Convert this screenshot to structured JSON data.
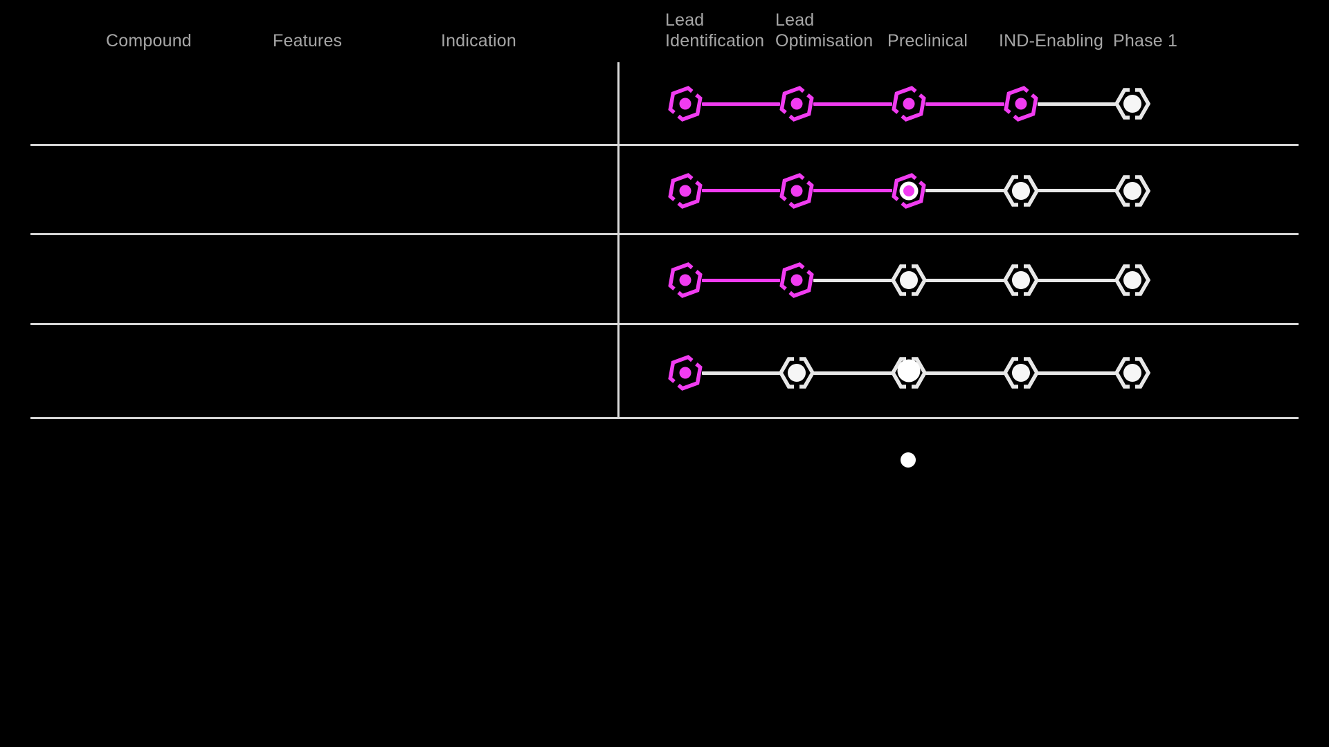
{
  "table": {
    "columns": [
      {
        "label": "Compound"
      },
      {
        "label": "Features"
      },
      {
        "label": "Indication"
      }
    ],
    "stage_headers": [
      {
        "label": "Lead\nIdentification"
      },
      {
        "label": "Lead\nOptimisation"
      },
      {
        "label": "Preclinical"
      },
      {
        "label": "IND-Enabling"
      },
      {
        "label": "Phase 1"
      }
    ]
  },
  "colors": {
    "background": "#000000",
    "accent_magenta": "#F13CF1",
    "inactive_gray": "#E8E8E8",
    "inactive_dot": "#F6F6F6",
    "white_dot": "#FFFFFF",
    "grid_line": "#D6D6D6",
    "header_text": "#A6A6A6"
  },
  "legend": {
    "marker": "white-dot"
  },
  "chart_data": {
    "type": "table",
    "title": "",
    "columns": [
      "Compound",
      "Features",
      "Indication"
    ],
    "stages": [
      "Lead Identification",
      "Lead Optimisation",
      "Preclinical",
      "IND-Enabling",
      "Phase 1"
    ],
    "rows": [
      {
        "compound": "",
        "features": "",
        "indication": "",
        "stage_states": [
          "complete",
          "complete",
          "complete",
          "complete",
          "upcoming"
        ]
      },
      {
        "compound": "",
        "features": "",
        "indication": "",
        "stage_states": [
          "complete",
          "complete",
          "current",
          "upcoming",
          "upcoming"
        ]
      },
      {
        "compound": "",
        "features": "",
        "indication": "",
        "stage_states": [
          "complete",
          "complete",
          "upcoming",
          "upcoming",
          "upcoming"
        ]
      },
      {
        "compound": "",
        "features": "",
        "indication": "",
        "stage_states": [
          "complete",
          "upcoming",
          "upcoming-highlight",
          "upcoming",
          "upcoming"
        ]
      }
    ],
    "legend_marker": "white-dot",
    "layout": {
      "grid": "row-separators",
      "stage_axis": "top"
    }
  }
}
